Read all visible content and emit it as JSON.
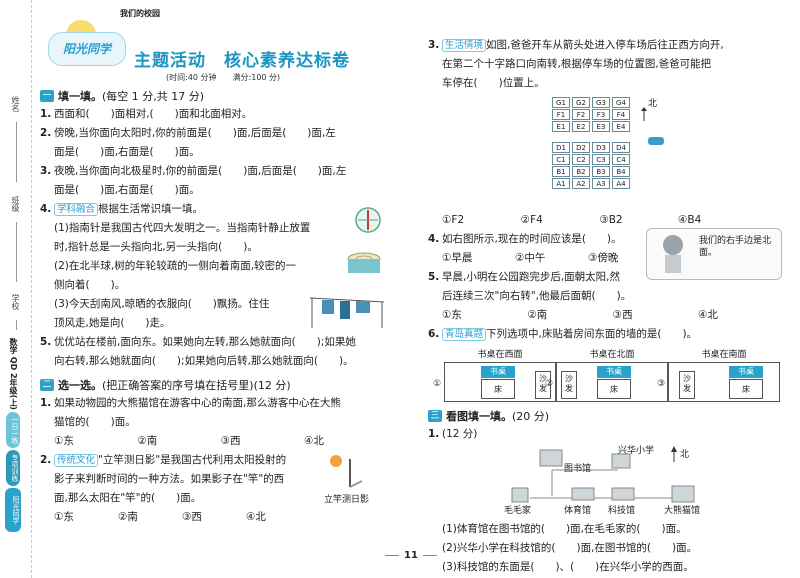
{
  "spine": {
    "labels": [
      "姓名",
      "班级",
      "学校"
    ],
    "grade": "数学 QD 2年级(上)",
    "tabs": [
      "一日一练",
      "专项训练"
    ],
    "logo": "阳光同学"
  },
  "header": {
    "school": "我们的校园",
    "logo": "阳光同学",
    "title": "主题活动　核心素养达标卷",
    "meta": "(时间:40 分钟　　满分:100 分)"
  },
  "sec1": {
    "num": "一",
    "title": "填一填。",
    "note": "(每空 1 分,共 17 分)"
  },
  "q1": [
    {
      "n": "1.",
      "lines": [
        "西面和(　　)面相对,(　　)面和北面相对。"
      ]
    },
    {
      "n": "2.",
      "lines": [
        "傍晚,当你面向太阳时,你的前面是(　　)面,后面是(　　)面,左",
        "面是(　　)面,右面是(　　)面。"
      ]
    },
    {
      "n": "3.",
      "lines": [
        "夜晚,当你面向北极星时,你的前面是(　　)面,后面是(　　)面,左",
        "面是(　　)面,右面是(　　)面。"
      ]
    }
  ],
  "q4": {
    "n": "4.",
    "tag": "学科融合",
    "intro": "根据生活常识填一填。",
    "lines": [
      "(1)指南针是我国古代四大发明之一。当指南针静止放置",
      "时,指针总是一头指向北,另一头指向(　　)。",
      "(2)在北半球,树的年轮较疏的一侧向着南面,较密的一",
      "侧向着(　　)。",
      "(3)今天刮南风,晾晒的衣服向(　　)飘扬。住住",
      "顶风走,她是向(　　)走。"
    ]
  },
  "q5": {
    "n": "5.",
    "lines": [
      "优优站在楼前,面向东。如果她向左转,那么她就面向(　　);如果她",
      "向右转,那么她就面向(　　);如果她向后转,那么她就面向(　　)。"
    ]
  },
  "sec2": {
    "num": "二",
    "title": "选一选。",
    "note": "(把正确答案的序号填在括号里)(12 分)"
  },
  "s1": {
    "n": "1.",
    "lines": [
      "如果动物园的大熊猫馆在游客中心的南面,那么游客中心在大熊",
      "猫馆的(　　)面。"
    ],
    "opts": [
      "①东",
      "②南",
      "③西",
      "④北"
    ]
  },
  "s2": {
    "n": "2.",
    "tag": "传统文化",
    "lines": [
      "\"立竿测日影\"是我国古代利用太阳投射的",
      "影子来判断时间的一种方法。如果影子在\"竿\"的西",
      "面,那么太阳在\"竿\"的(　　)面。"
    ],
    "opts": [
      "①东",
      "②南",
      "③西",
      "④北"
    ],
    "caption": "立竿测日影"
  },
  "s3": {
    "n": "3.",
    "tag": "生活情境",
    "lines": [
      "如图,爸爸开车从箭头处进入停车场后往正西方向开,",
      "在第二个十字路口向南转,根据停车场的位置图,爸爸可能把",
      "车停在(　　)位置上。"
    ],
    "opts": [
      "①F2",
      "②F4",
      "③B2",
      "④B4"
    ],
    "grid": [
      [
        "G1",
        "G2",
        "G3",
        "G4"
      ],
      [
        "F1",
        "F2",
        "F3",
        "F4"
      ],
      [
        "E1",
        "E2",
        "E3",
        "E4"
      ],
      [
        "D1",
        "D2",
        "D3",
        "D4"
      ],
      [
        "C1",
        "C2",
        "C3",
        "C4"
      ],
      [
        "B1",
        "B2",
        "B3",
        "B4"
      ],
      [
        "A1",
        "A2",
        "A3",
        "A4"
      ]
    ],
    "north": "北"
  },
  "s4": {
    "n": "4.",
    "lines": [
      "如右图所示,现在的时间应该是(　　)。"
    ],
    "opts": [
      "①早晨",
      "②中午",
      "③傍晚"
    ],
    "bubble": "我们的右手边是北面。"
  },
  "s5": {
    "n": "5.",
    "lines": [
      "早晨,小明在公园跑完步后,面朝太阳,然",
      "后连续三次\"向右转\",他最后面朝(　　)。"
    ],
    "opts": [
      "①东",
      "②南",
      "③西",
      "④北"
    ]
  },
  "s6": {
    "n": "6.",
    "tag": "青岛真题",
    "line": "下列选项中,床贴着房间东面的墙的是(　　)。",
    "rooms": [
      {
        "cap": "书桌在西面",
        "opt": "①",
        "desk": "书桌",
        "bed": "床",
        "sofa": "沙发"
      },
      {
        "cap": "书桌在北面",
        "opt": "②",
        "desk": "书桌",
        "bed": "床",
        "sofa": "沙发"
      },
      {
        "cap": "书桌在南面",
        "opt": "③",
        "desk": "书桌",
        "bed": "床",
        "sofa": "沙发"
      }
    ]
  },
  "sec3": {
    "num": "三",
    "title": "看图填一填。",
    "note": "(20 分)"
  },
  "t1": {
    "n": "1.",
    "score": "(12 分)",
    "places": {
      "library": "图书馆",
      "school": "兴华小学",
      "maomao": "毛毛家",
      "gym": "体育馆",
      "tech": "科技馆",
      "panda": "大熊猫馆"
    },
    "north": "北",
    "lines": [
      "(1)体育馆在图书馆的(　　)面,在毛毛家的(　　)面。",
      "(2)兴华小学在科技馆的(　　)面,在图书馆的(　　)面。",
      "(3)科技馆的东面是(　　)、(　　)在兴华小学的西面。"
    ]
  },
  "pagenum": "11"
}
